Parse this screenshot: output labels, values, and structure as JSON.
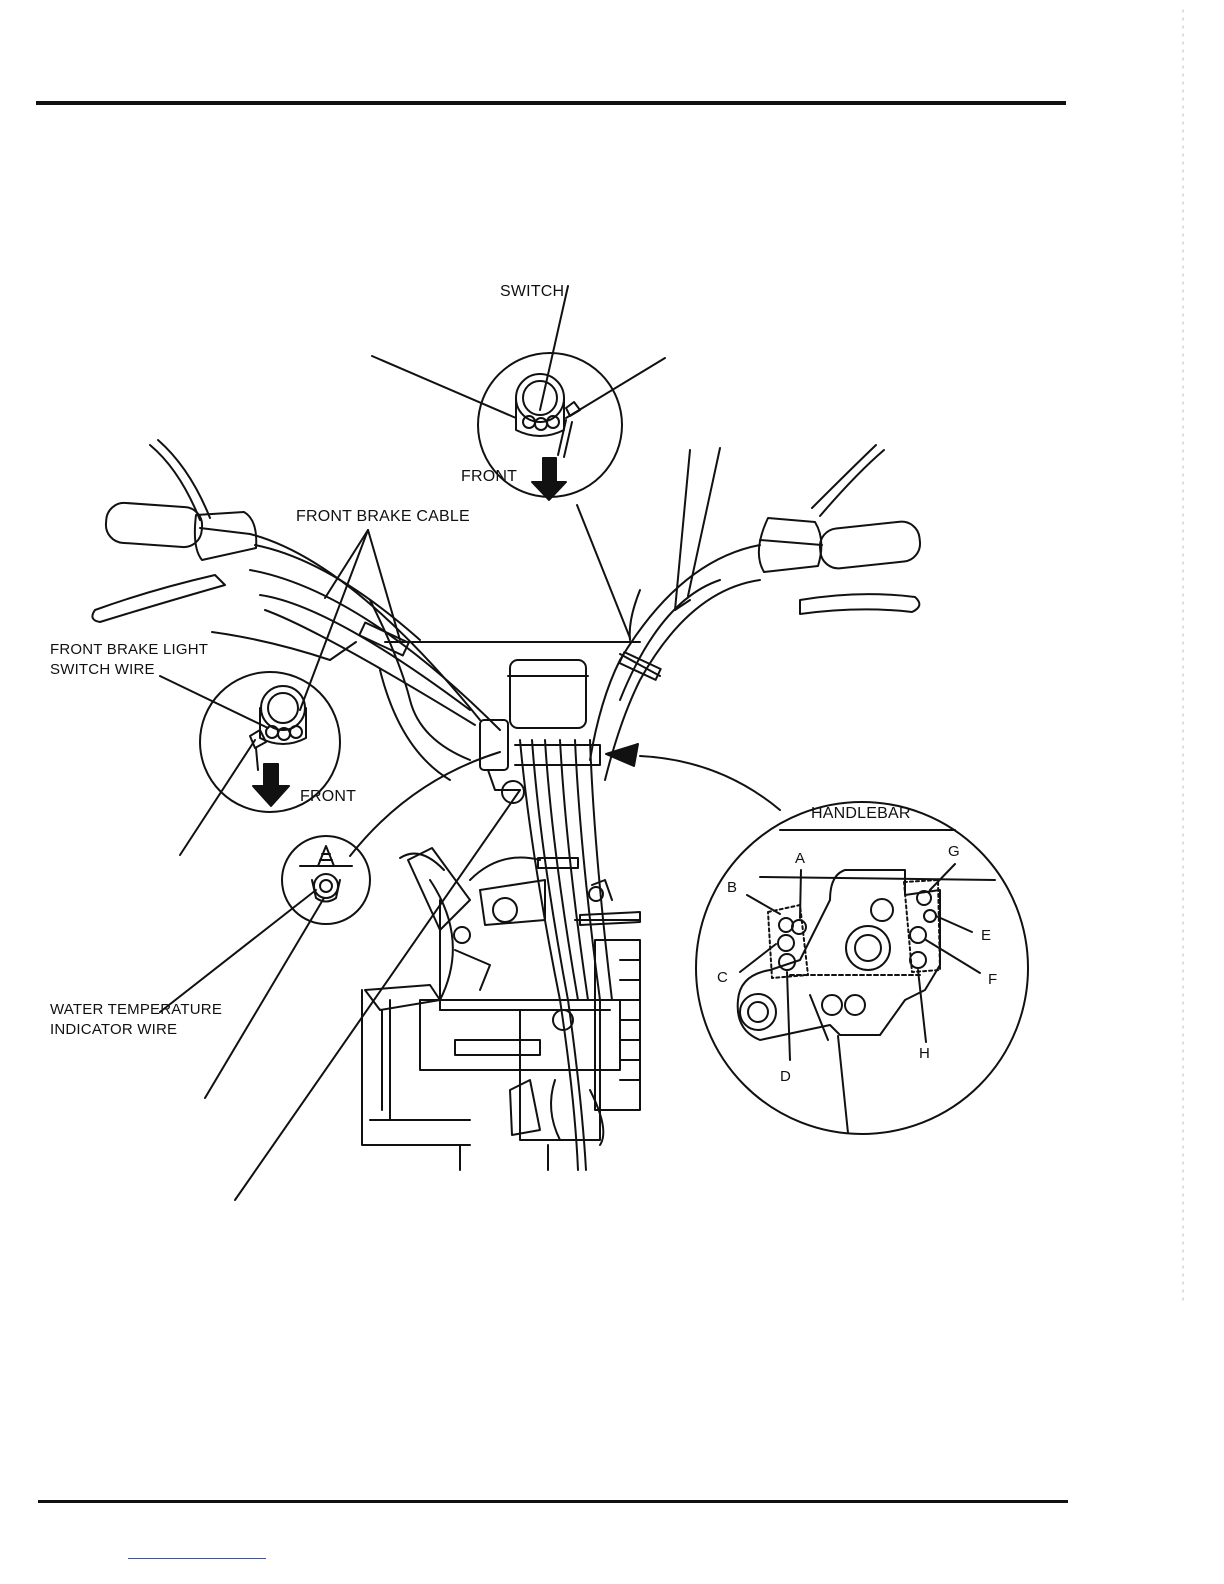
{
  "labels": {
    "switch": "SWITCH",
    "front_top": "FRONT",
    "front_brake_cable": "FRONT BRAKE CABLE",
    "front_brake_light_switch_wire_1": "FRONT BRAKE LIGHT",
    "front_brake_light_switch_wire_2": "SWITCH WIRE",
    "front_left": "FRONT",
    "water_temp_1": "WATER TEMPERATURE",
    "water_temp_2": "INDICATOR WIRE",
    "handlebar": "HANDLEBAR"
  },
  "handlebar_holes": {
    "a": "A",
    "b": "B",
    "c": "C",
    "d": "D",
    "e": "E",
    "f": "F",
    "g": "G",
    "h": "H"
  },
  "colors": {
    "ink": "#111111",
    "link_underline": "#3355cc"
  }
}
